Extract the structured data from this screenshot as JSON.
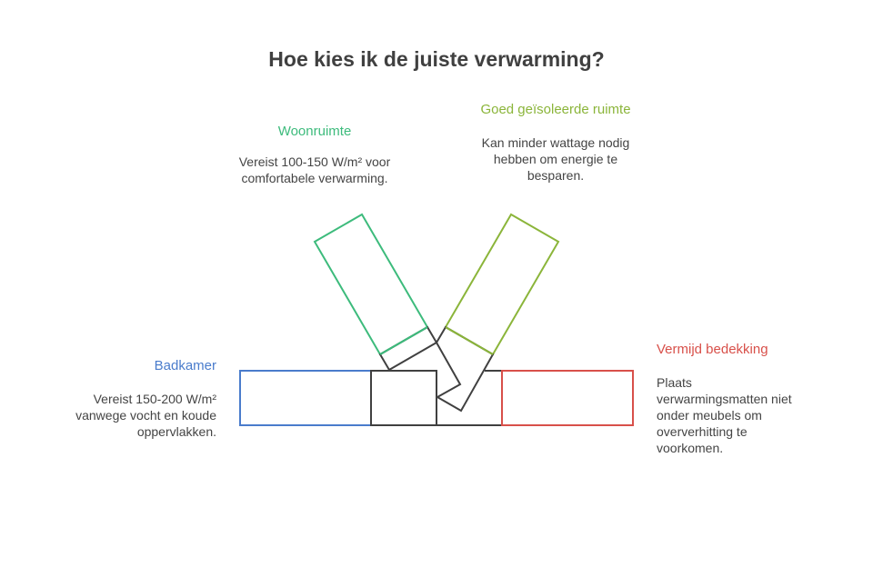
{
  "title": "Hoe kies ik de juiste verwarming?",
  "colors": {
    "woonruimte": "#3dbb7c",
    "geisoleerd": "#8bb53a",
    "badkamer": "#4a7ccc",
    "bedekking": "#d8504a",
    "center": "#404040"
  },
  "items": {
    "woonruimte": {
      "label": "Woonruimte",
      "desc": [
        "Vereist 100-150 W/m² voor",
        "comfortabele verwarming."
      ]
    },
    "geisoleerd": {
      "label": "Goed geïsoleerde ruimte",
      "desc": [
        "Kan minder wattage nodig",
        "hebben om energie te",
        "besparen."
      ]
    },
    "badkamer": {
      "label": "Badkamer",
      "desc": [
        "Vereist 150-200 W/m²",
        "vanwege vocht en koude",
        "oppervlakken."
      ]
    },
    "bedekking": {
      "label": "Vermijd bedekking",
      "desc": [
        "Plaats",
        "verwarmingsmatten niet",
        "onder meubels om",
        "oververhitting te",
        "voorkomen."
      ]
    }
  }
}
